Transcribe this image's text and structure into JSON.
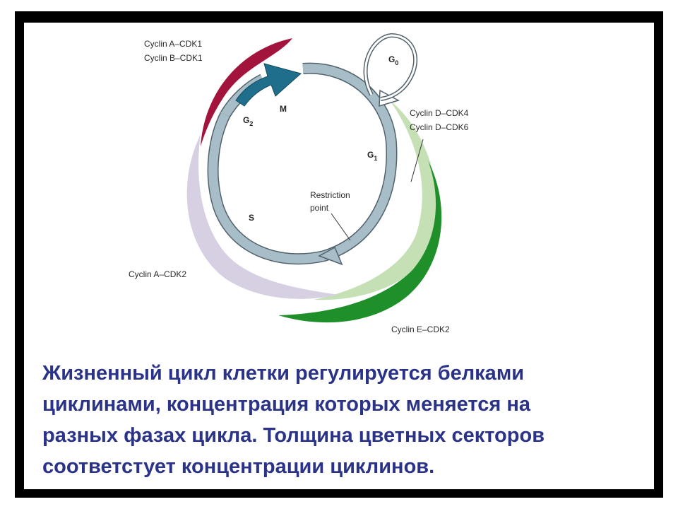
{
  "labels": {
    "cyclin_a_cdk1": "Cyclin A–CDK1",
    "cyclin_b_cdk1": "Cyclin B–CDK1",
    "cyclin_d_cdk4": "Cyclin D–CDK4",
    "cyclin_d_cdk6": "Cyclin D–CDK6",
    "cyclin_a_cdk2": "Cyclin A–CDK2",
    "cyclin_e_cdk2": "Cyclin E–CDK2",
    "restriction": "Restriction",
    "point": "point"
  },
  "phases": {
    "m": "M",
    "g2": "G",
    "g2_sub": "2",
    "g1": "G",
    "g1_sub": "1",
    "g0": "G",
    "g0_sub": "0",
    "s": "S"
  },
  "caption": {
    "line1": "Жизненный цикл клетки регулируется белками",
    "line2": "циклинами, концентрация которых меняется на",
    "line3": "разных фазах цикла. Толщина цветных секторов",
    "line4": "соответстует концентрации циклинов."
  },
  "colors": {
    "ring": "#a7bdc8",
    "m_phase": "#1f6e8c",
    "cyclin_b": "#a3143c",
    "cyclin_a2": "#d7d0e2",
    "cyclin_d": "#c5e0b5",
    "cyclin_e": "#1f8f2a",
    "caption": "#2a3388"
  }
}
